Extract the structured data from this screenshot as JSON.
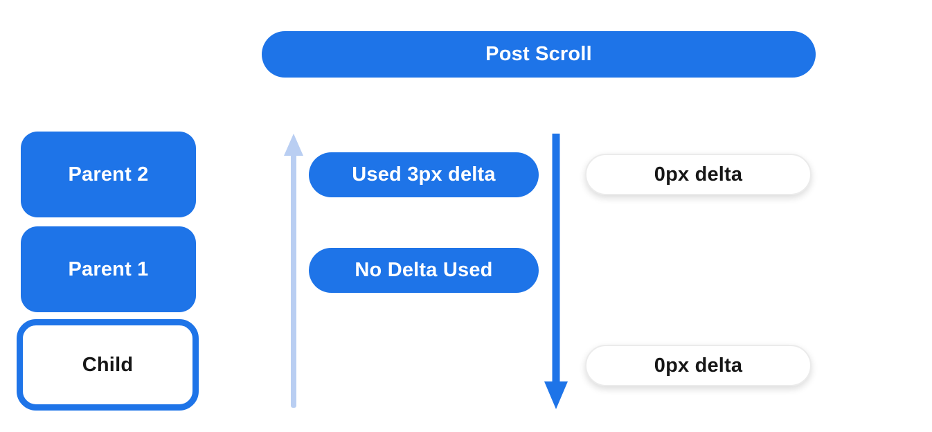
{
  "colors": {
    "accent": "#1E74E8",
    "accent_light": "#B9CEF2",
    "text_dark": "#161616",
    "background": "#FFFFFF",
    "pill_border": "#EBEBEB"
  },
  "header": {
    "title": "Post Scroll"
  },
  "scroll_chain": {
    "boxes": [
      {
        "label": "Parent 2",
        "style": "filled"
      },
      {
        "label": "Parent 1",
        "style": "filled"
      },
      {
        "label": "Child",
        "style": "outlined"
      }
    ]
  },
  "delta_annotations": {
    "consumed": [
      {
        "label": "Used 3px delta"
      },
      {
        "label": "No Delta Used"
      }
    ],
    "remaining": [
      {
        "label": "0px delta"
      },
      {
        "label": "0px delta"
      }
    ]
  }
}
